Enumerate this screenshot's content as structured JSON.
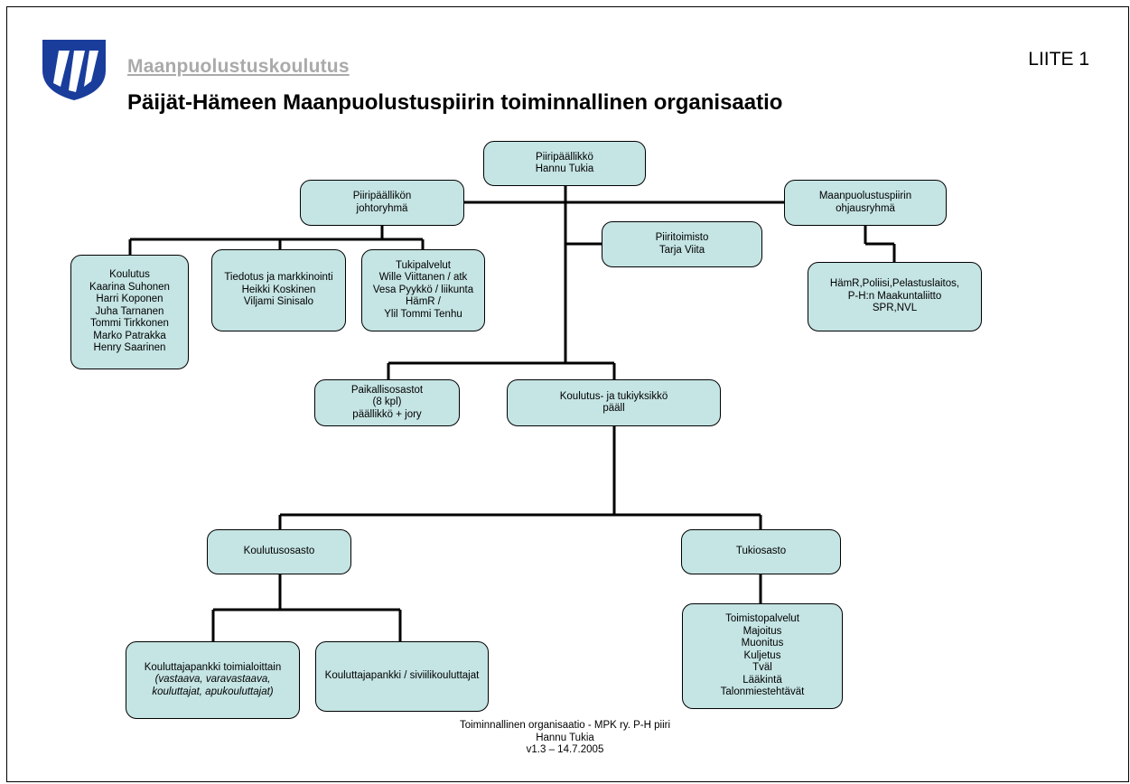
{
  "header": {
    "brand": "Maanpuolustuskoulutus",
    "attachment": "LIITE 1",
    "title": "Päijät-Hämeen Maanpuolustuspiirin toiminnallinen organisaatio"
  },
  "logo": {
    "icon": "shield-logo-icon",
    "color": "#1a3d9c"
  },
  "colors": {
    "box_fill": "#c5e4e4",
    "line": "#000000"
  },
  "boxes": {
    "piiripaallikko": [
      "Piiripäällikkö",
      "Hannu Tukia"
    ],
    "johtoryhma": [
      "Piiripäällikön",
      "johtoryhmä"
    ],
    "ohjausryhma": [
      "Maanpuolustuspiirin",
      "ohjausryhmä"
    ],
    "piiritoimisto": [
      "Piiritoimisto",
      "Tarja Viita"
    ],
    "koulutus": [
      "Koulutus",
      "Kaarina Suhonen",
      "Harri Koponen",
      "Juha Tarnanen",
      "Tommi Tirkkonen",
      "Marko Patrakka",
      "Henry Saarinen"
    ],
    "tiedotus": [
      "Tiedotus ja markkinointi",
      "Heikki Koskinen",
      "Viljami Sinisalo"
    ],
    "tukipalvelut": [
      "Tukipalvelut",
      "Wille Viittanen / atk",
      "Vesa Pyykkö / liikunta",
      "HämR /",
      "Ylil Tommi Tenhu"
    ],
    "yhteistyo": [
      "HämR,Poliisi,Pelastuslaitos,",
      "P-H:n Maakuntaliitto",
      "SPR,NVL"
    ],
    "paikallisosastot": [
      "Paikallisosastot",
      "(8 kpl)",
      "päällikkö + jory"
    ],
    "tukiyksikko": [
      "Koulutus- ja tukiyksikkö",
      "pääll"
    ],
    "koulutusosasto": [
      "Koulutusosasto"
    ],
    "tukiosasto": [
      "Tukiosasto"
    ],
    "kouluttajapankki_toimiala": {
      "title": "Kouluttajapankki toimialoittain",
      "details": [
        "(vastaava, varavastaava,",
        "kouluttajat, apukouluttajat)"
      ]
    },
    "kouluttajapankki_siviili": [
      "Kouluttajapankki / siviilikouluttajat"
    ],
    "tukiosasto_palvelut": [
      "Toimistopalvelut",
      "Majoitus",
      "Muonitus",
      "Kuljetus",
      "Tväl",
      "Lääkintä",
      "Talonmiestehtävät"
    ]
  },
  "footer": {
    "line1": "Toiminnallinen organisaatio - MPK ry. P-H piiri",
    "line2": "Hannu Tukia",
    "line3": "v1.3 – 14.7.2005"
  }
}
